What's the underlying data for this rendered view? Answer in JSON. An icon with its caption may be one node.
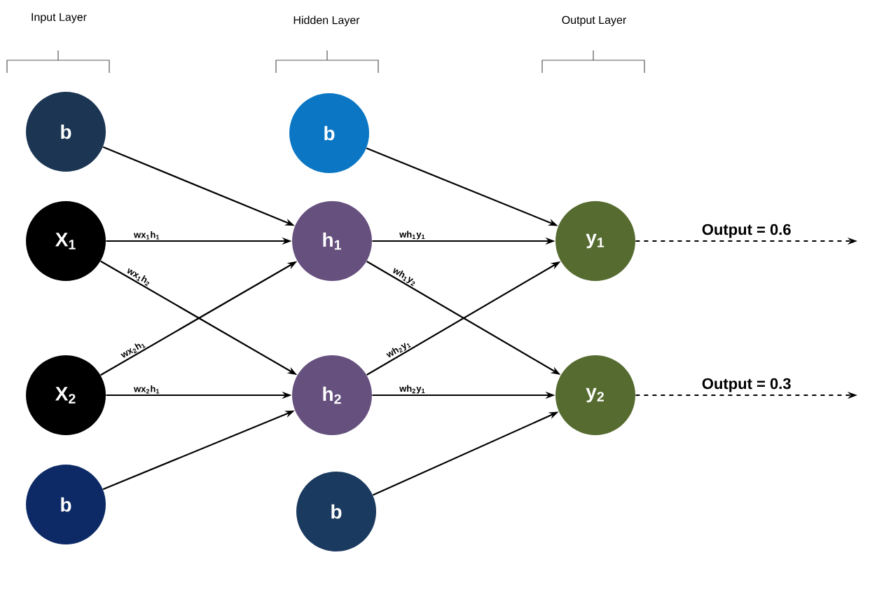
{
  "diagram": {
    "nodes": [
      {
        "text": [
          "b"
        ]
      },
      {
        "text": [
          "X$_{1}$"
        ]
      },
      {
        "text": [
          "X$_{2}$"
        ]
      },
      {
        "text": [
          "b"
        ]
      },
      {
        "text": [
          "b"
        ]
      },
      {
        "text": [
          "h$_{1}$"
        ]
      },
      {
        "text": [
          "h$_{2}$"
        ]
      },
      {
        "text": [
          "b"
        ]
      },
      {
        "text": [
          "y$_{1}$"
        ]
      },
      {
        "text": [
          "y$_{2}$"
        ]
      }
    ],
    "edges": [
      {
        "from": 0,
        "to": 5,
        "arrow": "to"
      },
      {
        "from": 1,
        "to": 5,
        "arrow": "to",
        "label": "wx$_{1}$h$_{1}$"
      },
      {
        "from": 1,
        "to": 6,
        "arrow": "to",
        "label": "wx$_{1}$h$_{2}$"
      },
      {
        "from": 2,
        "to": 5,
        "arrow": "to",
        "label": "wx$_{2}$h$_{1}$"
      },
      {
        "from": 2,
        "to": 6,
        "arrow": "to",
        "label": "wx$_{2}$h$_{1}$"
      },
      {
        "from": 3,
        "to": 6,
        "arrow": "to"
      },
      {
        "from": 4,
        "to": 8,
        "arrow": "to"
      },
      {
        "from": 5,
        "to": 8,
        "arrow": "to",
        "label": "wh$_{1}$y$_{1}$"
      },
      {
        "from": 5,
        "to": 9,
        "arrow": "to",
        "label": "wh$_{1}$y$_{2}$"
      },
      {
        "from": 6,
        "to": 8,
        "arrow": "to",
        "label": "wh$_{2}$y$_{1}$"
      },
      {
        "from": 6,
        "to": 9,
        "arrow": "to",
        "label": "wh$_{2}$y$_{1}$"
      },
      {
        "from": 7,
        "to": 9,
        "arrow": "to"
      },
      {
        "from": 8,
        "to": null,
        "arrow": "to",
        "label": "Output = 0.6",
        "style": "dashed"
      },
      {
        "from": 9,
        "to": null,
        "arrow": "to",
        "label": "Output = 0.3",
        "style": "dashed"
      }
    ],
    "labels": [
      "Input Layer",
      "Hidden Layer",
      "Output Layer"
    ]
  }
}
